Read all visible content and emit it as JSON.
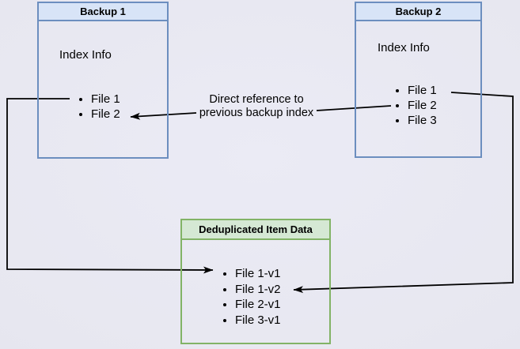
{
  "diagram": {
    "backup1": {
      "title": "Backup 1",
      "label": "Index Info",
      "items": [
        "File 1",
        "File 2"
      ]
    },
    "backup2": {
      "title": "Backup 2",
      "label": "Index Info",
      "items": [
        "File 1",
        "File 2",
        "File 3"
      ]
    },
    "dedup": {
      "title": "Deduplicated Item Data",
      "items": [
        "File 1-v1",
        "File 1-v2",
        "File 2-v1",
        "File 3-v1"
      ]
    },
    "annotation": {
      "line1": "Direct reference to",
      "line2": "previous backup index"
    },
    "colors": {
      "blue_border": "#6c8ebf",
      "blue_header": "#d8e4f7",
      "green_border": "#82b366",
      "green_header": "#d5e8d4",
      "arrow": "#000000"
    }
  }
}
